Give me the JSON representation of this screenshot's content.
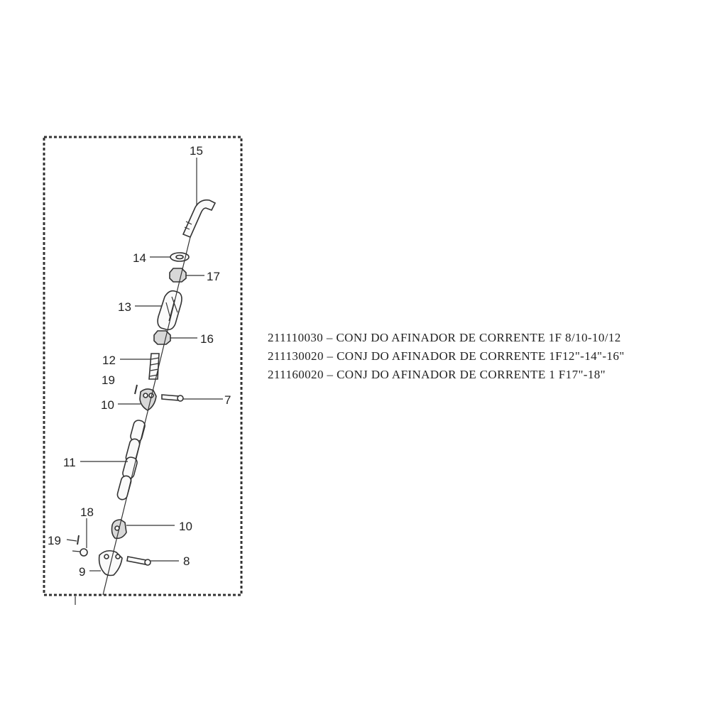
{
  "callouts": {
    "c15": "15",
    "c14": "14",
    "c17": "17",
    "c13": "13",
    "c16": "16",
    "c12": "12",
    "c19a": "19",
    "c7": "7",
    "c10a": "10",
    "c11": "11",
    "c10b": "10",
    "c18": "18",
    "c19b": "19",
    "c8": "8",
    "c9": "9"
  },
  "parts_list": [
    {
      "code": "211110030",
      "sep": "–",
      "description": "CONJ DO AFINADOR DE CORRENTE 1F 8/10-10/12"
    },
    {
      "code": "211130020",
      "sep": "–",
      "description": "CONJ DO AFINADOR DE CORRENTE 1F12\"-14\"-16\""
    },
    {
      "code": "211160020",
      "sep": "–",
      "description": "CONJ DO AFINADOR DE CORRENTE 1 F17\"-18\""
    }
  ]
}
